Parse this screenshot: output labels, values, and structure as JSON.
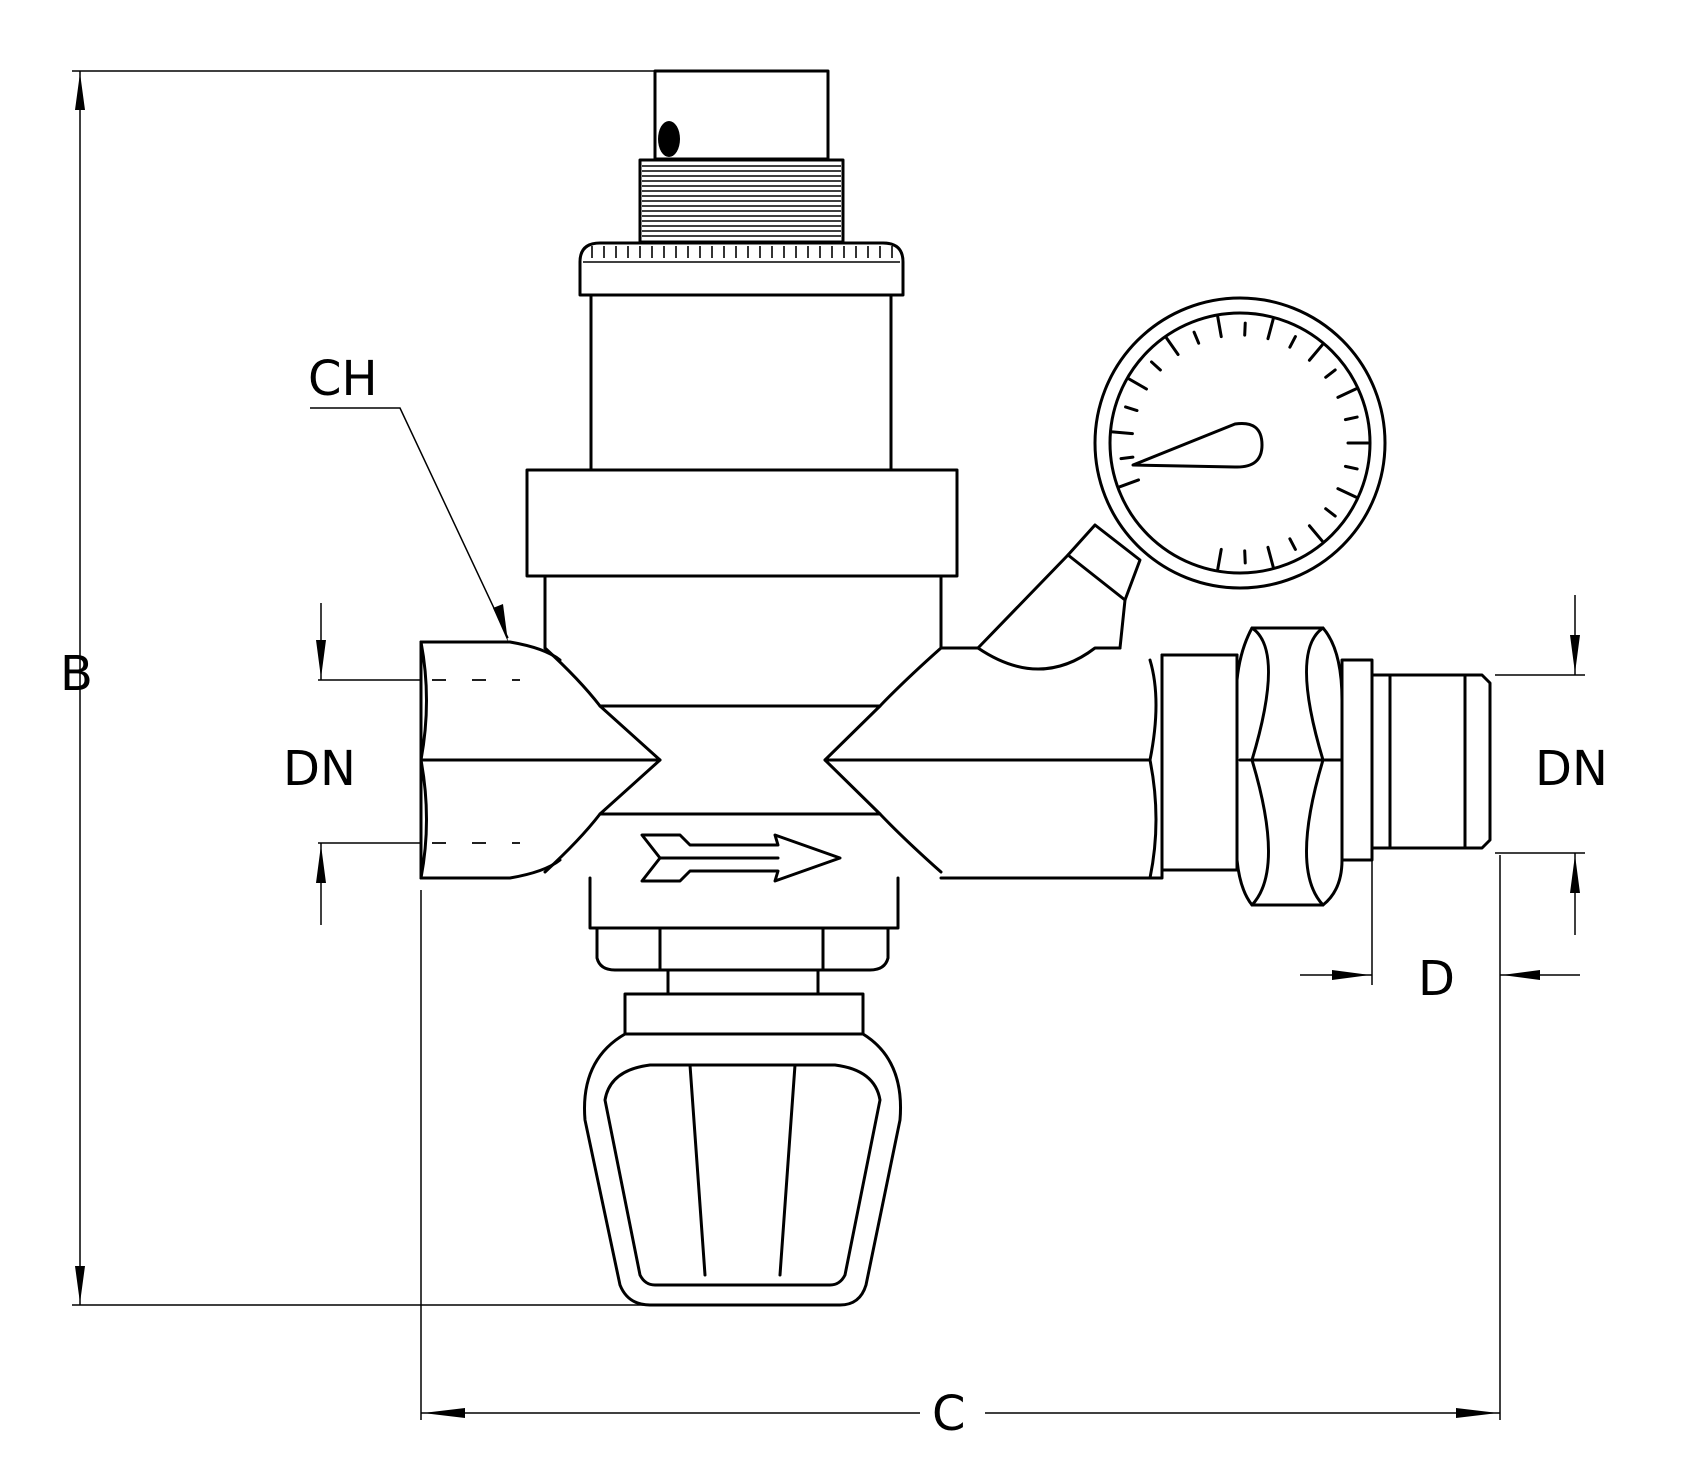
{
  "labels": {
    "ch": "CH",
    "b": "B",
    "dn_left": "DN",
    "dn_right": "DN",
    "d": "D",
    "c": "C"
  },
  "colors": {
    "stroke": "#000000",
    "background": "#ffffff"
  }
}
